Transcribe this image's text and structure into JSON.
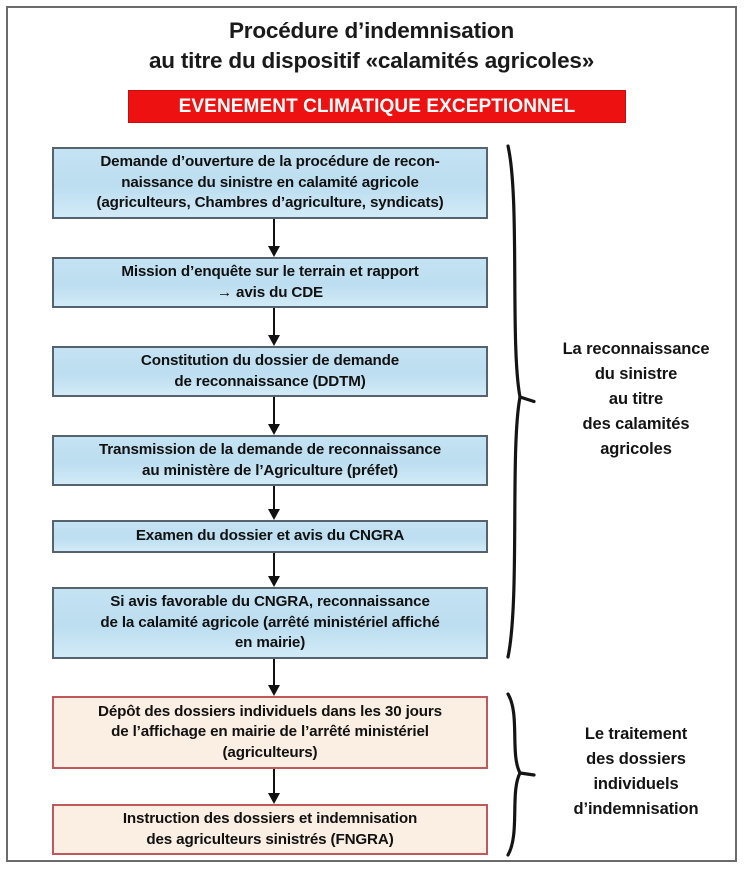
{
  "document": {
    "title_lines": [
      "Procédure d’indemnisation",
      "au titre du dispositif «calamités agricoles»"
    ],
    "banner": "EVENEMENT CLIMATIQUE EXCEPTIONNEL"
  },
  "colors": {
    "banner_bg": "#ee1111",
    "banner_text": "#ffffff",
    "blue_fill": "#bcdef0",
    "blue_border": "#54636f",
    "peach_fill": "#fbeee2",
    "peach_border": "#c1595c",
    "frame_border": "#6b6b6b",
    "text": "#111111",
    "arrow": "#111111"
  },
  "flow": {
    "steps": [
      {
        "id": "step-1",
        "style": "blue",
        "lines": [
          "Demande d’ouverture de la procédure de recon-",
          "naissance du sinistre en calamité agricole",
          "(agriculteurs, Chambres d’agriculture, syndicats)"
        ]
      },
      {
        "id": "step-2",
        "style": "blue",
        "lines": [
          "Mission d’enquête sur le terrain et rapport",
          "→ avis du CDE"
        ]
      },
      {
        "id": "step-3",
        "style": "blue",
        "lines": [
          "Constitution du dossier de demande",
          "de reconnaissance (DDTM)"
        ]
      },
      {
        "id": "step-4",
        "style": "blue",
        "lines": [
          "Transmission de la demande de reconnaissance",
          "au ministère de l’Agriculture (préfet)"
        ]
      },
      {
        "id": "step-5",
        "style": "blue",
        "lines": [
          "Examen du dossier et avis du CNGRA"
        ]
      },
      {
        "id": "step-6",
        "style": "blue",
        "lines": [
          "Si avis favorable du CNGRA, reconnaissance",
          "de la calamité agricole (arrêté ministériel affiché",
          "en mairie)"
        ]
      },
      {
        "id": "step-7",
        "style": "peach",
        "lines": [
          "Dépôt des dossiers individuels dans les 30 jours",
          "de l’affichage en mairie de l’arrêté ministériel",
          "(agriculteurs)"
        ]
      },
      {
        "id": "step-8",
        "style": "peach",
        "lines": [
          "Instruction des dossiers et indemnisation",
          "des agriculteurs sinistrés (FNGRA)"
        ]
      }
    ]
  },
  "groups": [
    {
      "id": "group-reconnaissance",
      "lines": [
        "La reconnaissance",
        "du sinistre",
        "au titre",
        "des calamités",
        "agricoles"
      ]
    },
    {
      "id": "group-traitement",
      "lines": [
        "Le traitement",
        "des dossiers",
        "individuels",
        "d’indemnisation"
      ]
    }
  ]
}
